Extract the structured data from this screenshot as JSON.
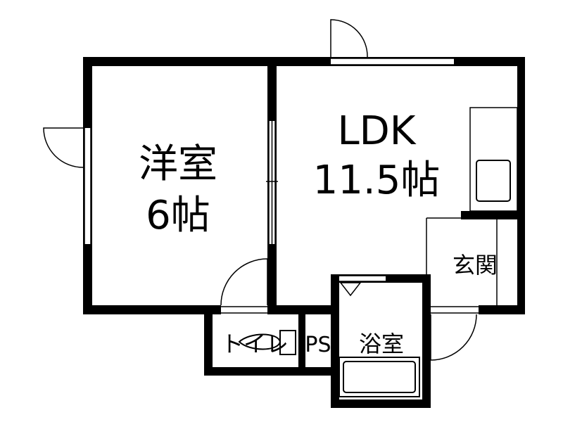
{
  "floor_plan": {
    "rooms": {
      "western_room": {
        "name": "洋室",
        "size": "6帖"
      },
      "ldk": {
        "name": "LDK",
        "size": "11.5帖"
      },
      "entrance": {
        "name": "玄関"
      },
      "toilet": {
        "name": "トイレ"
      },
      "pipe_space": {
        "name": "PS"
      },
      "bathroom": {
        "name": "浴室"
      }
    },
    "colors": {
      "wall": "#000000",
      "background": "#ffffff"
    }
  }
}
